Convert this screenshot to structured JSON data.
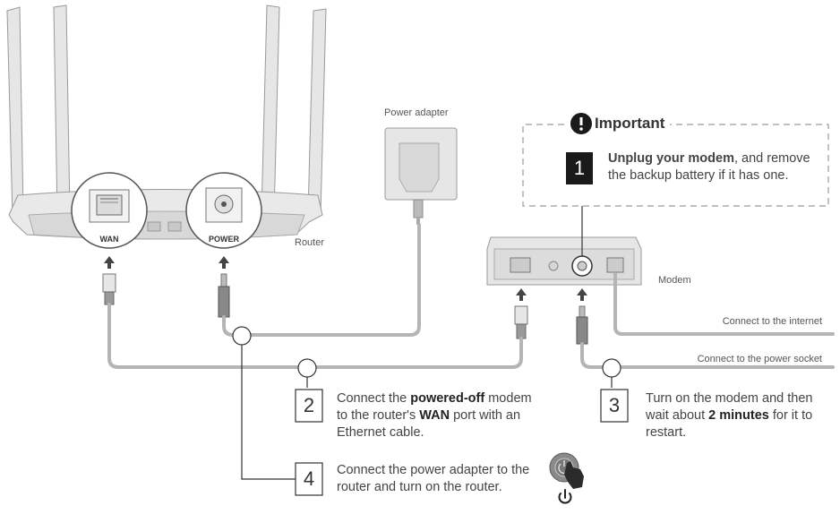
{
  "labels": {
    "power_adapter": "Power adapter",
    "router": "Router",
    "modem": "Modem",
    "wan": "WAN",
    "power": "POWER",
    "connect_internet": "Connect to the internet",
    "connect_power_socket": "Connect to the power socket"
  },
  "important": {
    "title": "Important",
    "step_number": "1",
    "text_bold": "Unplug your modem",
    "text_rest": ", and remove the backup battery if it has one."
  },
  "steps": [
    {
      "number": "2",
      "pre": "Connect the ",
      "bold1": "powered-off",
      "mid": " modem to the router's ",
      "bold2": "WAN",
      "post": " port with an Ethernet cable."
    },
    {
      "number": "3",
      "pre": "Turn on the modem and then wait about ",
      "bold1": "2 minutes",
      "post": " for it to restart."
    },
    {
      "number": "4",
      "text": "Connect the power adapter to the router and turn on the router."
    }
  ],
  "icons": [
    "exclamation-icon",
    "power-button-icon",
    "power-symbol-icon",
    "hand-pointer-icon"
  ]
}
